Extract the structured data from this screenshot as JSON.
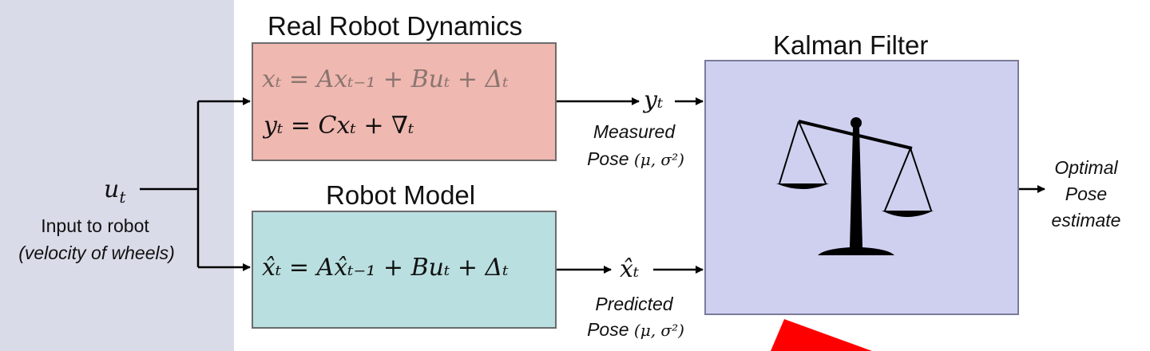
{
  "input": {
    "symbol": "u",
    "symbol_sub": "t",
    "label_line1": "Input to robot",
    "label_line2": "(velocity of wheels)"
  },
  "real_dynamics": {
    "title": "Real Robot Dynamics",
    "eq1": "xₜ = Axₜ₋₁ + Buₜ + Δₜ",
    "eq2": "yₜ = Cxₜ + ∇ₜ"
  },
  "robot_model": {
    "title": "Robot Model",
    "eq": "x̂ₜ = Ax̂ₜ₋₁ + Buₜ + Δₜ"
  },
  "measured": {
    "symbol": "yₜ",
    "line1": "Measured",
    "line2_text": "Pose ",
    "line2_math": "(μ, σ²)"
  },
  "predicted": {
    "symbol": "x̂ₜ",
    "line1": "Predicted",
    "line2_text": "Pose ",
    "line2_math": "(μ, σ²)"
  },
  "kalman": {
    "title": "Kalman Filter",
    "icon": "balance-scale-icon"
  },
  "output": {
    "line1": "Optimal",
    "line2": "Pose",
    "line3": "estimate"
  },
  "colors": {
    "left_panel": "#d9dce8",
    "real_box": "#efb8b0",
    "model_box": "#badfe0",
    "kalman_box": "#cfd0ef",
    "red_shape": "#ff0000"
  }
}
